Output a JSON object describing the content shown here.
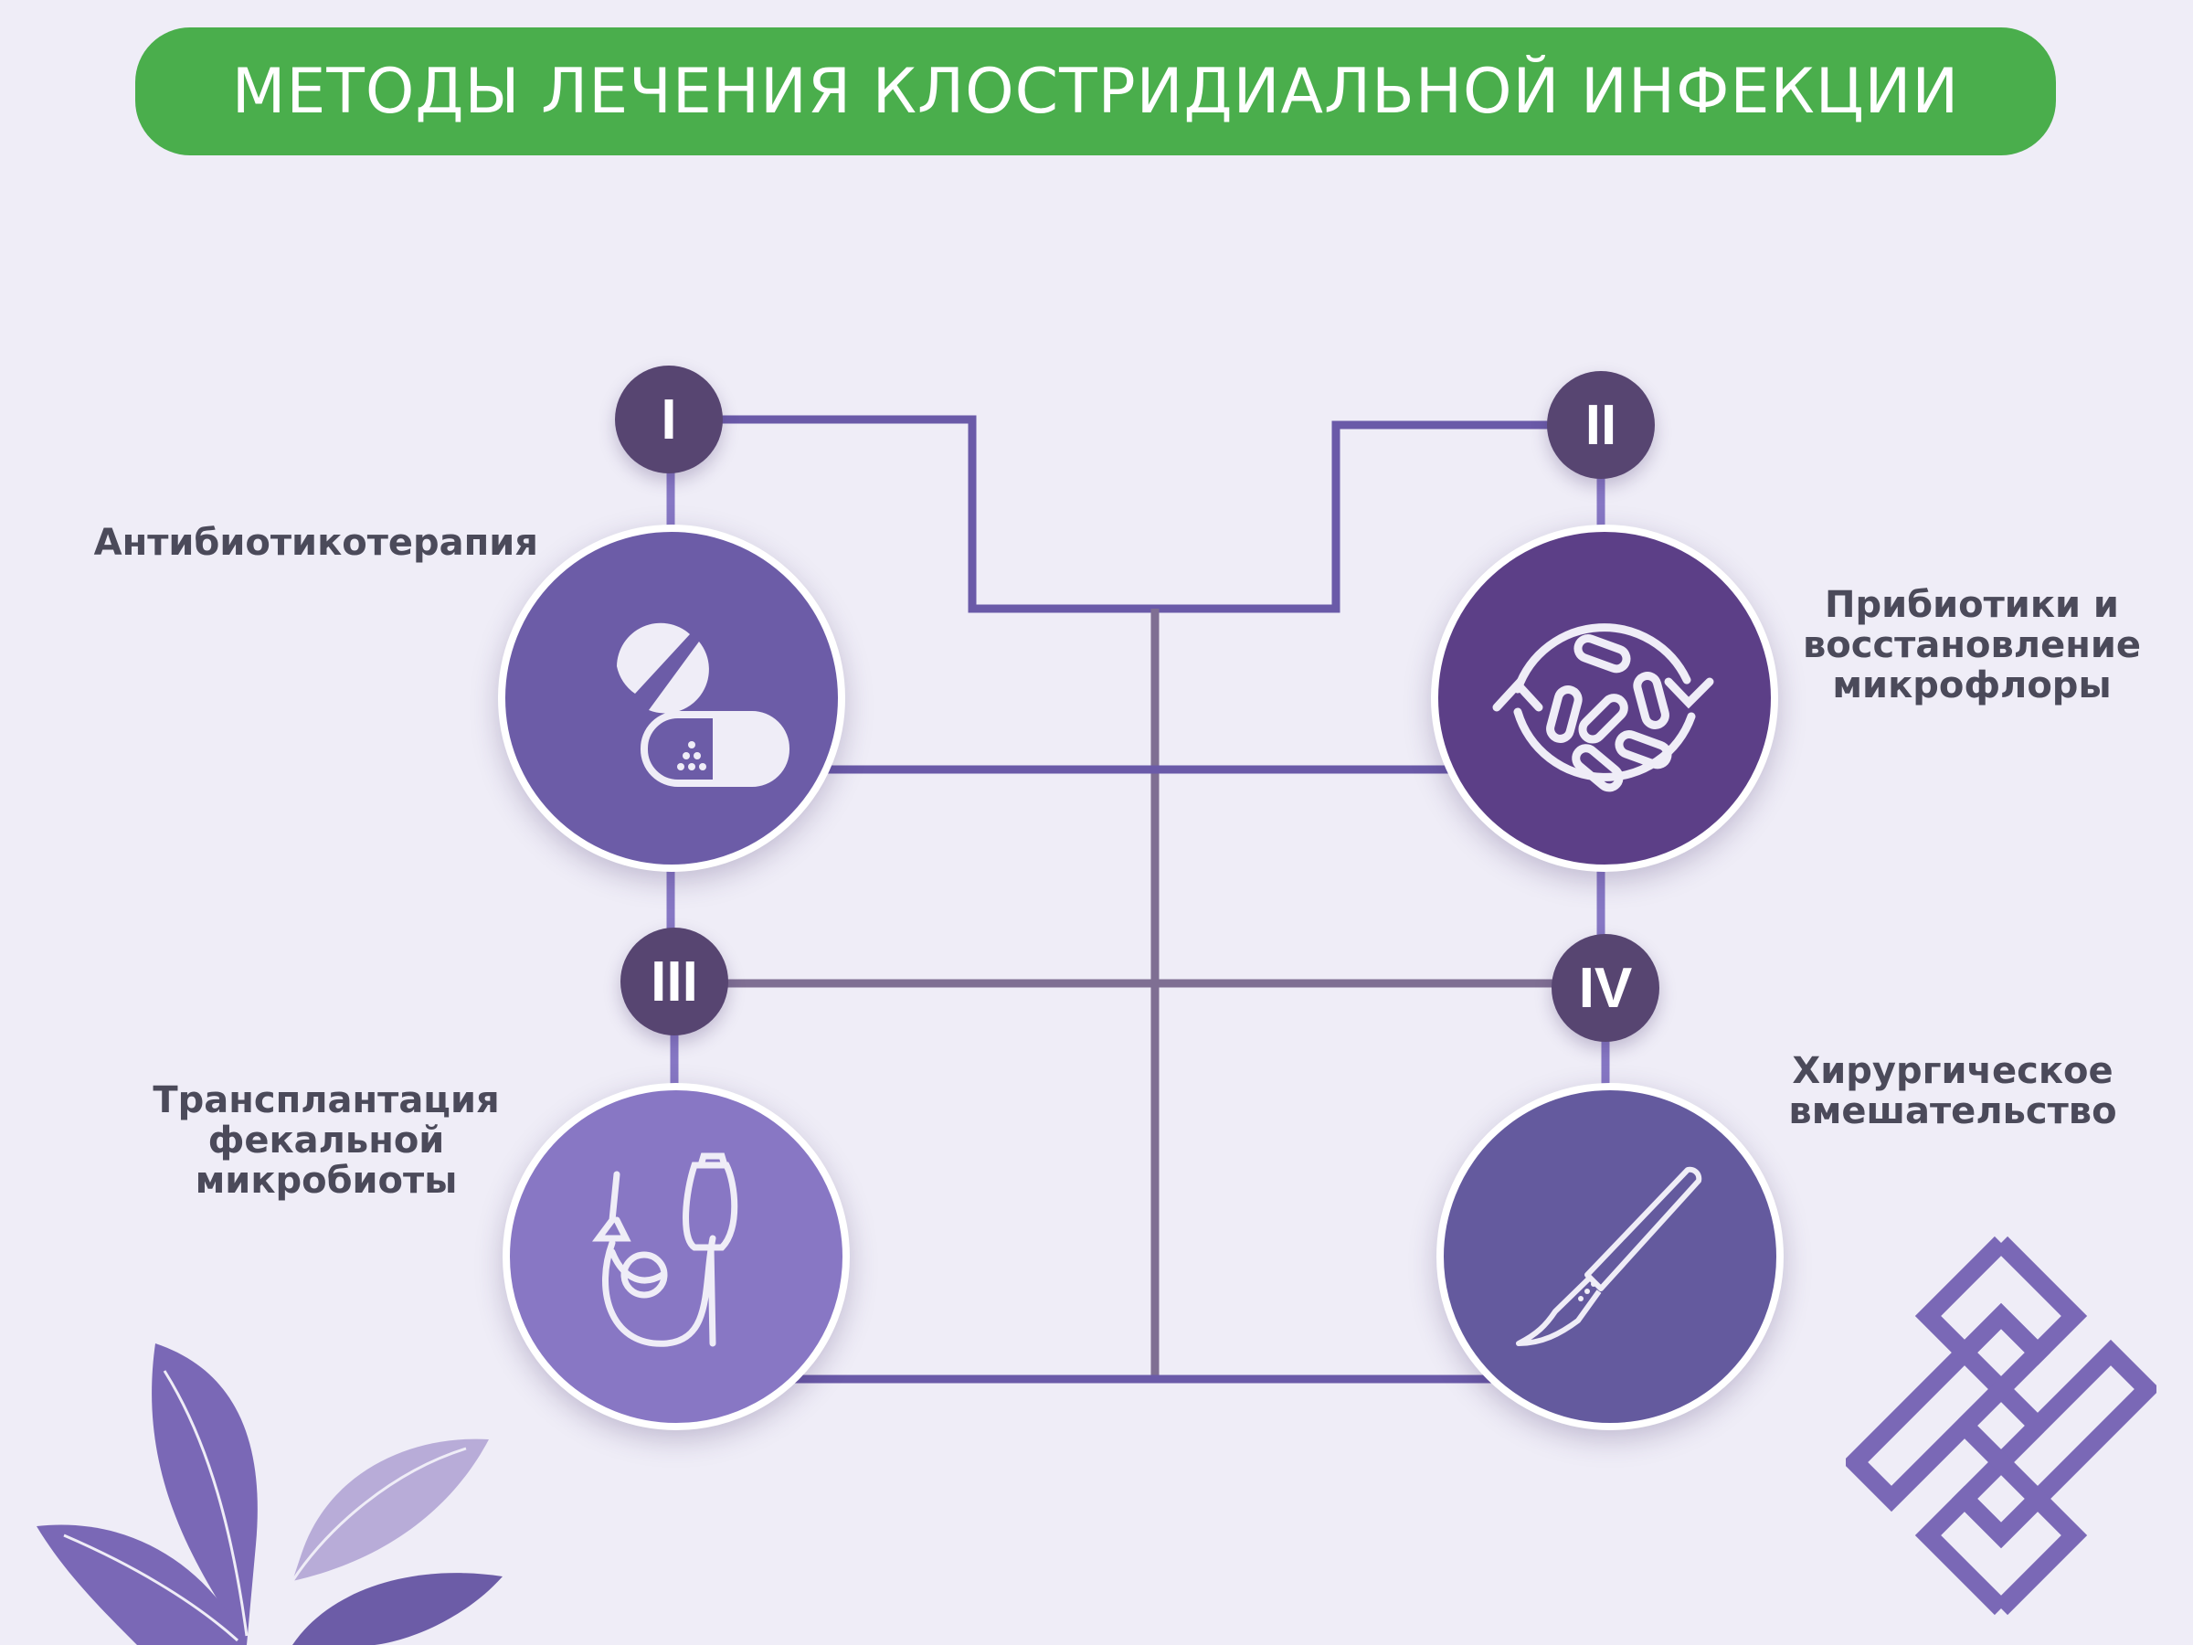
{
  "title": "МЕТОДЫ ЛЕЧЕНИЯ КЛОСТРИДИАЛЬНОЙ ИНФЕКЦИИ",
  "colors": {
    "header": "#4aae4c",
    "badge": "#574571",
    "line": "#6a5aa8",
    "center_line": "#7f6f93",
    "background": "#efedf7"
  },
  "methods": [
    {
      "number": "I",
      "label": "Антибиотикотерапия",
      "icon": "pills-icon",
      "color": "#6c5ca7"
    },
    {
      "number": "II",
      "label": "Прибиотики и восстановление микрофлоры",
      "label_lines": [
        "Прибиотики и",
        "восстановление",
        "микрофлоры"
      ],
      "icon": "bacteria-cycle-icon",
      "color": "#5c3f87"
    },
    {
      "number": "III",
      "label": "Трансплантация фекальной микробиоты",
      "label_lines": [
        "Трансплантация",
        "фекальной",
        "микробиоты"
      ],
      "icon": "enema-tube-icon",
      "color": "#8877c4"
    },
    {
      "number": "IV",
      "label": "Хирургическое вмешательство",
      "label_lines": [
        "Хирургическое",
        "вмешательство"
      ],
      "icon": "scalpel-icon",
      "color": "#645a9e"
    }
  ]
}
